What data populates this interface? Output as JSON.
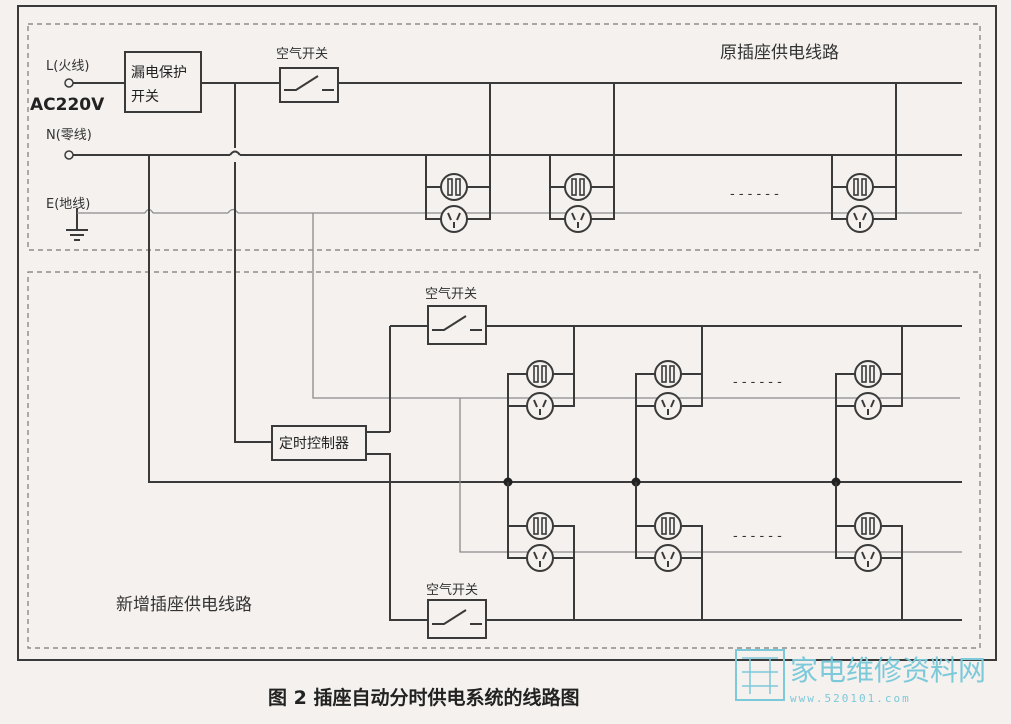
{
  "lines": {
    "live": "L(火线)",
    "neutral": "N(零线)",
    "earth": "E(地线)",
    "supply": "AC220V"
  },
  "components": {
    "rcd_line1": "漏电保护",
    "rcd_line2": "开关",
    "air_switch": "空气开关",
    "timer": "定时控制器"
  },
  "sections": {
    "original": "原插座供电线路",
    "new": "新增插座供电线路"
  },
  "caption": "图 2  插座自动分时供电系统的线路图",
  "watermark": {
    "main": "家电维修资料网",
    "sub": "www.520101.com"
  }
}
